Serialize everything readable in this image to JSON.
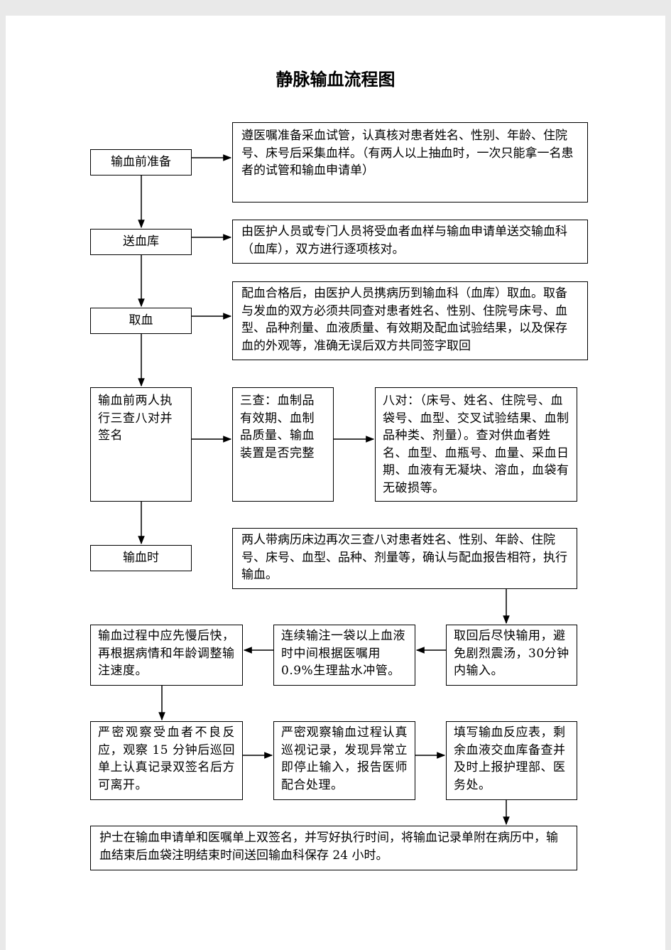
{
  "title": "静脉输血流程图",
  "steps": {
    "prep": "输血前准备",
    "send": "送血库",
    "fetch": "取血",
    "check": "输血前两人执行三查八对并签名",
    "transfuse": "输血时"
  },
  "details": {
    "prep": "遵医嘱准备采血试管，认真核对患者姓名、性别、年龄、住院号、床号后采集血样。（有两人以上抽血时，一次只能拿一名患者的试管和输血申请单）",
    "send": "由医护人员或专门人员将受血者血样与输血申请单送交输血科（血库），双方进行逐项核对。",
    "fetch": "配血合格后，由医护人员携病历到输血科（血库）取血。取备与发血的双方必须共同查对患者姓名、性别、住院号床号、血型、品种剂量、血液质量、有效期及配血试验结果，以及保存血的外观等，准确无误后双方共同签字取回",
    "three_checks": "三查：血制品有效期、血制品质量、输血装置是否完整",
    "eight_checks": "八对：（床号、姓名、住院号、血袋号、血型、交叉试验结果、血制品种类、剂量）。查对供血者姓名、血型、血瓶号、血量、采血日期、血液有无凝块、溶血，血袋有无破损等。",
    "bedside": "两人带病历床边再次三查八对患者姓名、性别、年龄、住院号、床号、血型、品种、剂量等，确认与配血报告相符，执行输血。"
  },
  "flow": {
    "start_quickly": "取回后尽快输用，避免剧烈震汤，30分钟内输入。",
    "saline_flush": "连续输注一袋以上血液时中间根据医嘱用0.9%生理盐水冲管。",
    "speed": "输血过程中应先慢后快，再根据病情和年龄调整输注速度。",
    "observe_15": "严密观察受血者不良反应，观察 15 分钟后巡回单上认真记录双签名后方可离开。",
    "observe_process": "严密观察输血过程认真巡视记录，发现异常立即停止输入，报告医师配合处理。",
    "reaction_form": "填写输血反应表，剩余血液交血库备查并及时上报护理部、医务处。",
    "final": "护士在输血申请单和医嘱单上双签名，并写好执行时间，将输血记录单附在病历中，输血结束后血袋注明结束时间送回输血科保存 24 小时。"
  }
}
